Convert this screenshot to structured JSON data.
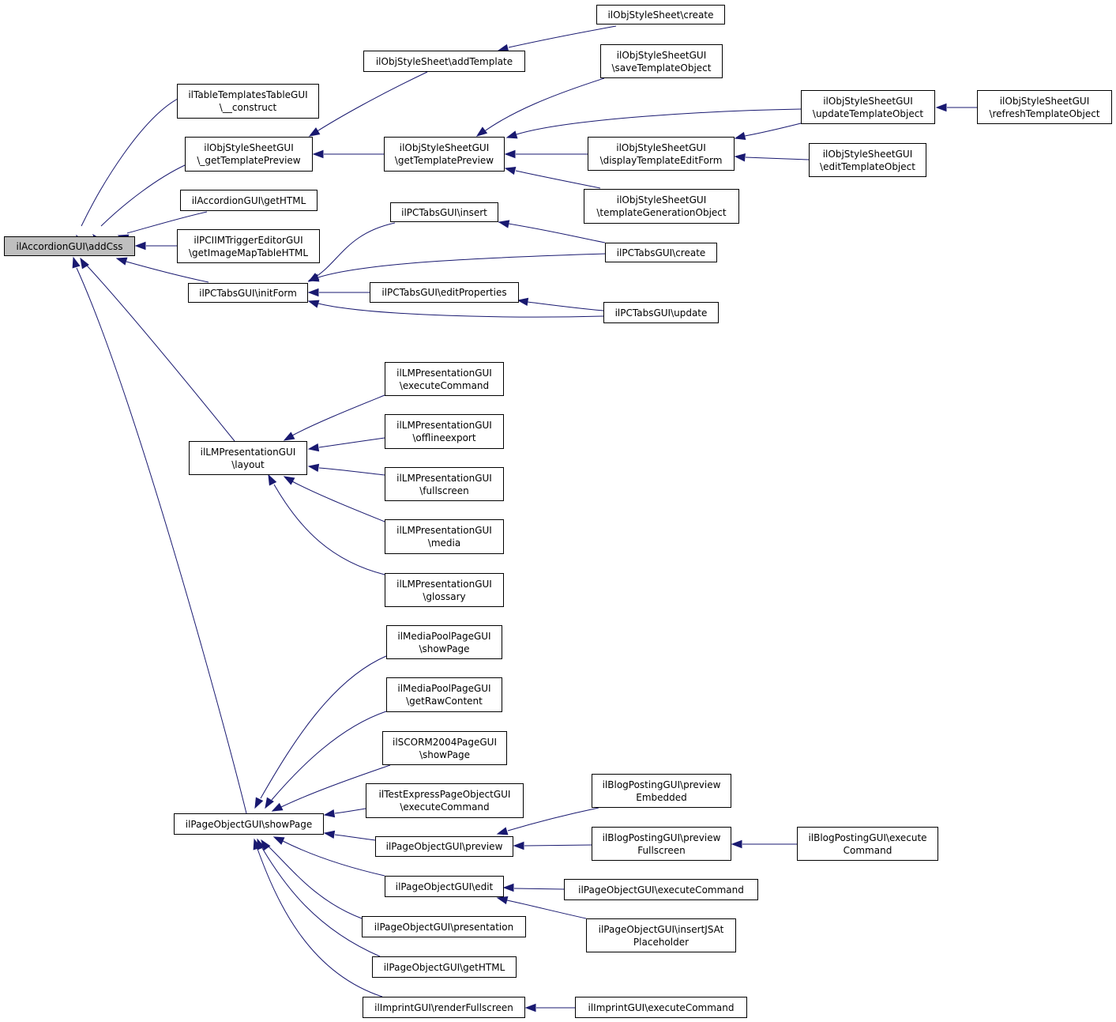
{
  "colors": {
    "edge": "#191970",
    "node_border": "#000000",
    "root_fill": "#bfbfbf",
    "node_fill": "#ffffff"
  },
  "nodes": [
    {
      "id": "n_root",
      "label": "ilAccordionGUI\\addCss",
      "root": true
    },
    {
      "id": "n_tt_construct",
      "label": "ilTableTemplatesTableGUI\n\\__construct"
    },
    {
      "id": "n_gettemplatepreview_priv",
      "label": "ilObjStyleSheetGUI\n\\_getTemplatePreview"
    },
    {
      "id": "n_acc_gethtml",
      "label": "ilAccordionGUI\\getHTML"
    },
    {
      "id": "n_pciim",
      "label": "ilPCIIMTriggerEditorGUI\n\\getImageMapTableHTML"
    },
    {
      "id": "n_pctabs_initform",
      "label": "ilPCTabsGUI\\initForm"
    },
    {
      "id": "n_lm_layout",
      "label": "ilLMPresentationGUI\n\\layout"
    },
    {
      "id": "n_page_showpage",
      "label": "ilPageObjectGUI\\showPage"
    },
    {
      "id": "n_ss_addtemplate",
      "label": "ilObjStyleSheet\\addTemplate"
    },
    {
      "id": "n_ss_create",
      "label": "ilObjStyleSheet\\create"
    },
    {
      "id": "n_ssgui_gettemplatepreview",
      "label": "ilObjStyleSheetGUI\n\\getTemplatePreview"
    },
    {
      "id": "n_ssgui_savetemplate",
      "label": "ilObjStyleSheetGUI\n\\saveTemplateObject"
    },
    {
      "id": "n_ssgui_updatetemplate",
      "label": "ilObjStyleSheetGUI\n\\updateTemplateObject"
    },
    {
      "id": "n_ssgui_refreshtemplate",
      "label": "ilObjStyleSheetGUI\n\\refreshTemplateObject"
    },
    {
      "id": "n_ssgui_displayedit",
      "label": "ilObjStyleSheetGUI\n\\displayTemplateEditForm"
    },
    {
      "id": "n_ssgui_edittemplate",
      "label": "ilObjStyleSheetGUI\n\\editTemplateObject"
    },
    {
      "id": "n_ssgui_templategen",
      "label": "ilObjStyleSheetGUI\n\\templateGenerationObject"
    },
    {
      "id": "n_pctabs_insert",
      "label": "ilPCTabsGUI\\insert"
    },
    {
      "id": "n_pctabs_create",
      "label": "ilPCTabsGUI\\create"
    },
    {
      "id": "n_pctabs_editprops",
      "label": "ilPCTabsGUI\\editProperties"
    },
    {
      "id": "n_pctabs_update",
      "label": "ilPCTabsGUI\\update"
    },
    {
      "id": "n_lm_execcmd",
      "label": "ilLMPresentationGUI\n\\executeCommand"
    },
    {
      "id": "n_lm_offline",
      "label": "ilLMPresentationGUI\n\\offlineexport"
    },
    {
      "id": "n_lm_fullscreen",
      "label": "ilLMPresentationGUI\n\\fullscreen"
    },
    {
      "id": "n_lm_media",
      "label": "ilLMPresentationGUI\n\\media"
    },
    {
      "id": "n_lm_glossary",
      "label": "ilLMPresentationGUI\n\\glossary"
    },
    {
      "id": "n_mp_showpage",
      "label": "ilMediaPoolPageGUI\n\\showPage"
    },
    {
      "id": "n_mp_getraw",
      "label": "ilMediaPoolPageGUI\n\\getRawContent"
    },
    {
      "id": "n_scorm_showpage",
      "label": "ilSCORM2004PageGUI\n\\showPage"
    },
    {
      "id": "n_testexpress",
      "label": "ilTestExpressPageObjectGUI\n\\executeCommand"
    },
    {
      "id": "n_page_preview",
      "label": "ilPageObjectGUI\\preview"
    },
    {
      "id": "n_blog_embedded",
      "label": "ilBlogPostingGUI\\preview\nEmbedded"
    },
    {
      "id": "n_blog_fullscreen",
      "label": "ilBlogPostingGUI\\preview\nFullscreen"
    },
    {
      "id": "n_blog_execcmd",
      "label": "ilBlogPostingGUI\\execute\nCommand"
    },
    {
      "id": "n_page_edit",
      "label": "ilPageObjectGUI\\edit"
    },
    {
      "id": "n_page_execcmd",
      "label": "ilPageObjectGUI\\executeCommand"
    },
    {
      "id": "n_page_insertjs",
      "label": "ilPageObjectGUI\\insertJSAt\nPlaceholder"
    },
    {
      "id": "n_page_presentation",
      "label": "ilPageObjectGUI\\presentation"
    },
    {
      "id": "n_page_gethtml",
      "label": "ilPageObjectGUI\\getHTML"
    },
    {
      "id": "n_imprint_render",
      "label": "ilImprintGUI\\renderFullscreen"
    },
    {
      "id": "n_imprint_execcmd",
      "label": "ilImprintGUI\\executeCommand"
    }
  ],
  "edges": [
    {
      "from": "n_tt_construct",
      "to": "n_root"
    },
    {
      "from": "n_gettemplatepreview_priv",
      "to": "n_root"
    },
    {
      "from": "n_acc_gethtml",
      "to": "n_root"
    },
    {
      "from": "n_pciim",
      "to": "n_root"
    },
    {
      "from": "n_pctabs_initform",
      "to": "n_root"
    },
    {
      "from": "n_lm_layout",
      "to": "n_root"
    },
    {
      "from": "n_page_showpage",
      "to": "n_root"
    },
    {
      "from": "n_ss_addtemplate",
      "to": "n_gettemplatepreview_priv"
    },
    {
      "from": "n_ssgui_gettemplatepreview",
      "to": "n_gettemplatepreview_priv"
    },
    {
      "from": "n_ss_create",
      "to": "n_ss_addtemplate"
    },
    {
      "from": "n_ssgui_savetemplate",
      "to": "n_ssgui_gettemplatepreview"
    },
    {
      "from": "n_ssgui_updatetemplate",
      "to": "n_ssgui_gettemplatepreview"
    },
    {
      "from": "n_ssgui_displayedit",
      "to": "n_ssgui_gettemplatepreview"
    },
    {
      "from": "n_ssgui_templategen",
      "to": "n_ssgui_gettemplatepreview"
    },
    {
      "from": "n_ssgui_refreshtemplate",
      "to": "n_ssgui_updatetemplate"
    },
    {
      "from": "n_ssgui_updatetemplate",
      "to": "n_ssgui_displayedit"
    },
    {
      "from": "n_ssgui_edittemplate",
      "to": "n_ssgui_displayedit"
    },
    {
      "from": "n_pctabs_insert",
      "to": "n_pctabs_initform"
    },
    {
      "from": "n_pctabs_create",
      "to": "n_pctabs_initform"
    },
    {
      "from": "n_pctabs_editprops",
      "to": "n_pctabs_initform"
    },
    {
      "from": "n_pctabs_update",
      "to": "n_pctabs_initform"
    },
    {
      "from": "n_pctabs_create",
      "to": "n_pctabs_insert"
    },
    {
      "from": "n_pctabs_update",
      "to": "n_pctabs_editprops"
    },
    {
      "from": "n_lm_execcmd",
      "to": "n_lm_layout"
    },
    {
      "from": "n_lm_offline",
      "to": "n_lm_layout"
    },
    {
      "from": "n_lm_fullscreen",
      "to": "n_lm_layout"
    },
    {
      "from": "n_lm_media",
      "to": "n_lm_layout"
    },
    {
      "from": "n_lm_glossary",
      "to": "n_lm_layout"
    },
    {
      "from": "n_mp_showpage",
      "to": "n_page_showpage"
    },
    {
      "from": "n_mp_getraw",
      "to": "n_page_showpage"
    },
    {
      "from": "n_scorm_showpage",
      "to": "n_page_showpage"
    },
    {
      "from": "n_testexpress",
      "to": "n_page_showpage"
    },
    {
      "from": "n_page_preview",
      "to": "n_page_showpage"
    },
    {
      "from": "n_page_edit",
      "to": "n_page_showpage"
    },
    {
      "from": "n_page_presentation",
      "to": "n_page_showpage"
    },
    {
      "from": "n_page_gethtml",
      "to": "n_page_showpage"
    },
    {
      "from": "n_imprint_render",
      "to": "n_page_showpage"
    },
    {
      "from": "n_blog_embedded",
      "to": "n_page_preview"
    },
    {
      "from": "n_blog_fullscreen",
      "to": "n_page_preview"
    },
    {
      "from": "n_blog_execcmd",
      "to": "n_blog_fullscreen"
    },
    {
      "from": "n_page_execcmd",
      "to": "n_page_edit"
    },
    {
      "from": "n_page_insertjs",
      "to": "n_page_edit"
    },
    {
      "from": "n_imprint_execcmd",
      "to": "n_imprint_render"
    }
  ]
}
